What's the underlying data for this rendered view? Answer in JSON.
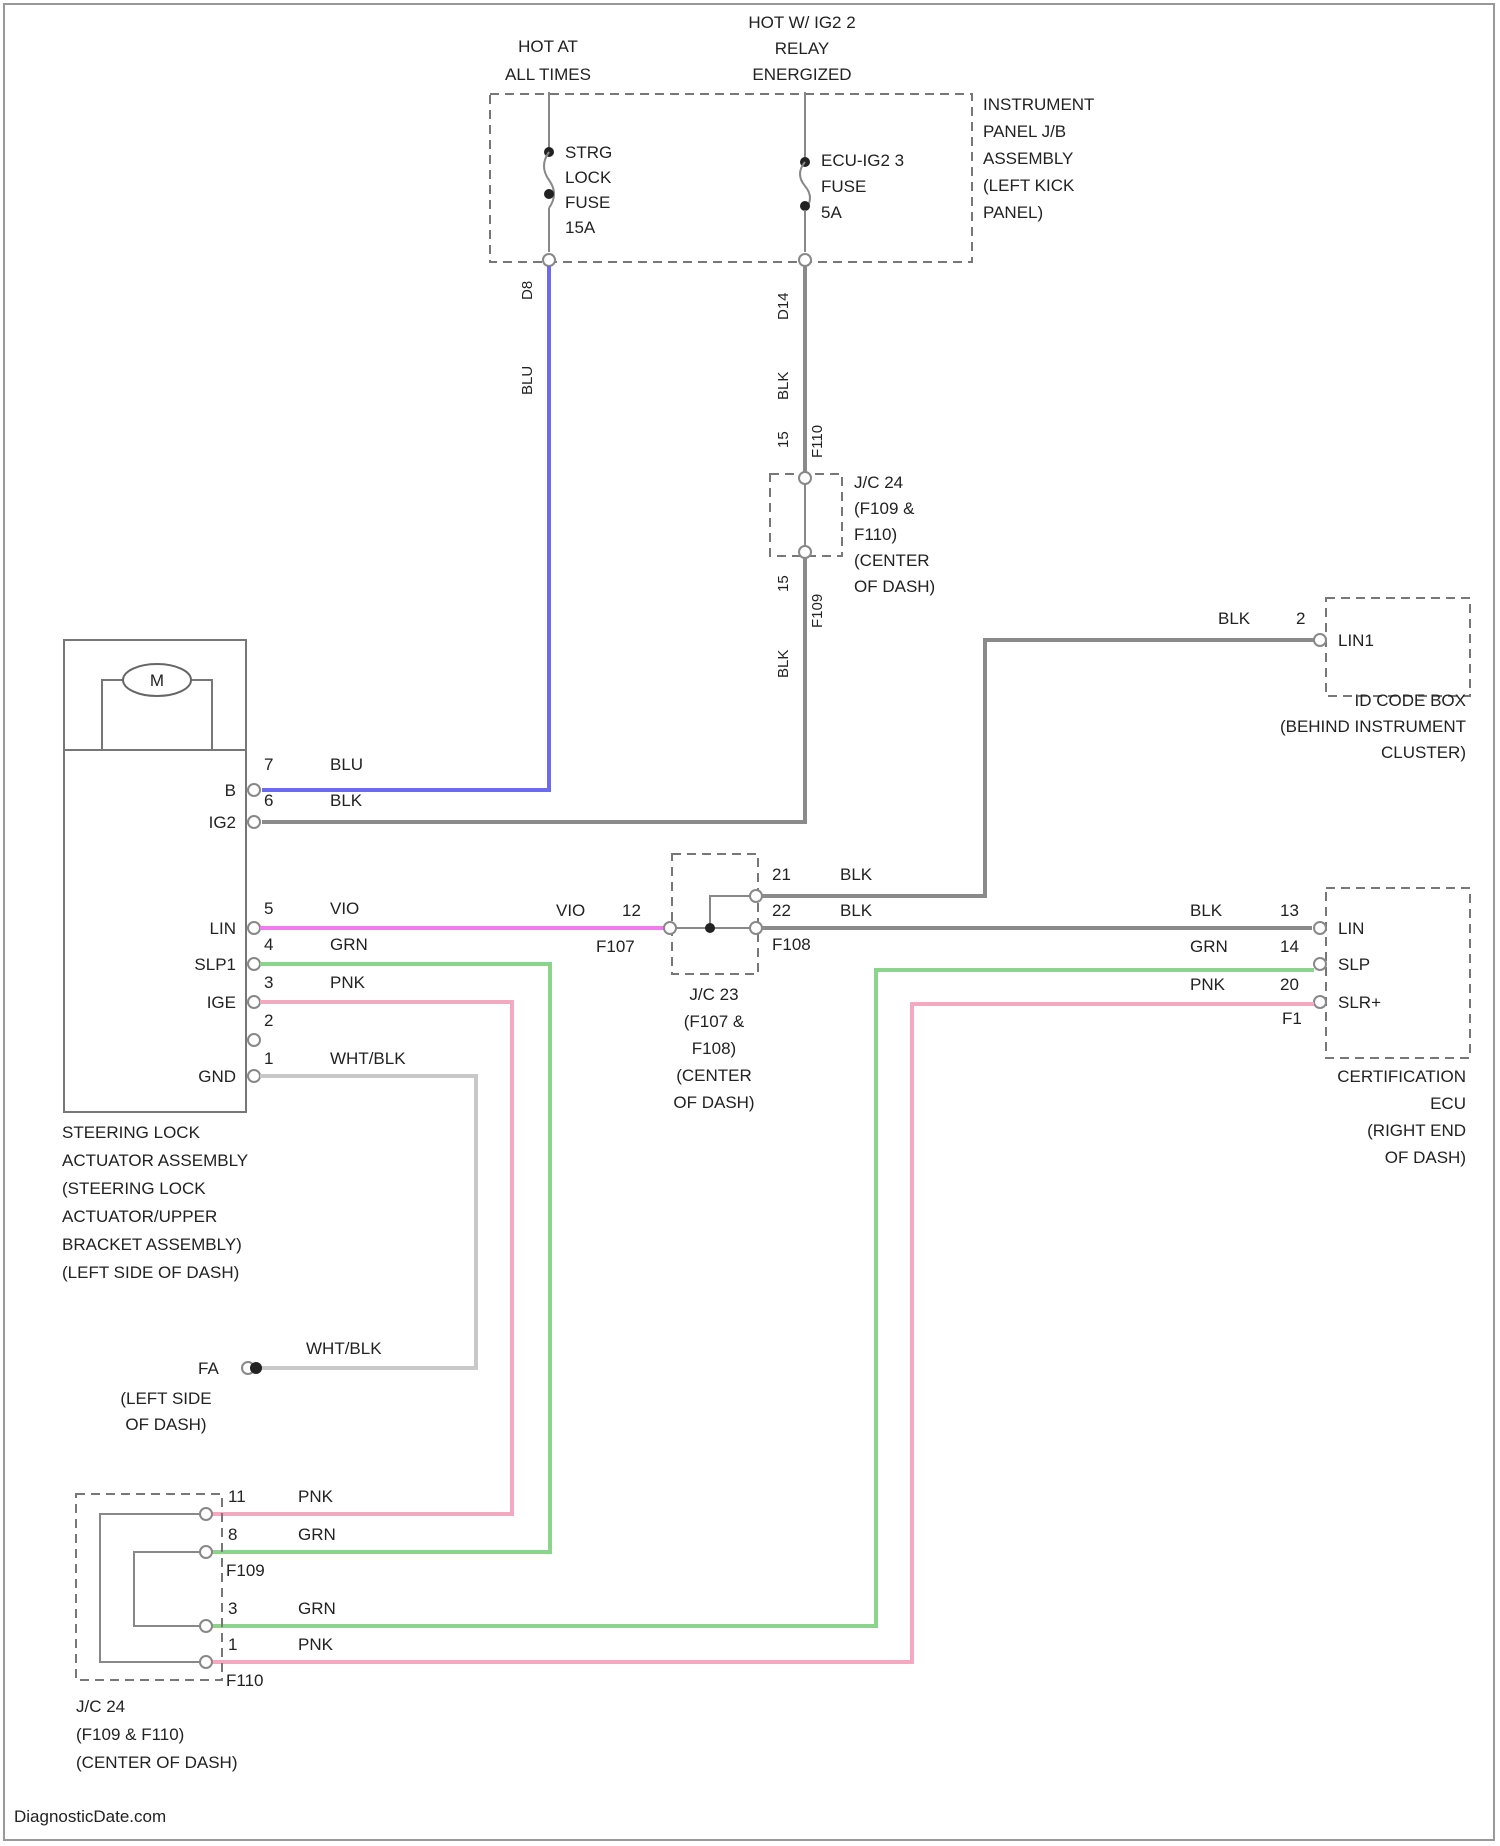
{
  "colors": {
    "BLU": "#6b6bf0",
    "BLK": "#8a8a8a",
    "VIO": "#ef7bef",
    "GRN": "#8bd48b",
    "PNK": "#f3a9bf",
    "WHTBLK": "#c8c8c8"
  },
  "top_labels": {
    "hot_at_all_times": [
      "HOT AT",
      "ALL TIMES"
    ],
    "hot_w_ig2": [
      "HOT W/ IG2 2",
      "RELAY",
      "ENERGIZED"
    ]
  },
  "jb": {
    "title": [
      "INSTRUMENT",
      "PANEL J/B",
      "ASSEMBLY",
      "(LEFT KICK",
      "PANEL)"
    ],
    "fuse1": [
      "STRG",
      "LOCK",
      "FUSE",
      "15A"
    ],
    "fuse2": [
      "ECU-IG2 3",
      "FUSE",
      "5A"
    ]
  },
  "wire_labels": {
    "d8": "D8",
    "blu_vert": "BLU",
    "d14": "D14",
    "blk_vert1": "BLK",
    "f110_top": "F110",
    "pin15_top": "15",
    "pin15_bot": "15",
    "f109": "F109",
    "blk_vert2": "BLK",
    "blk_idbox": "BLK",
    "pin_idbox": "2"
  },
  "jc24_mid": [
    "J/C 24",
    "(F109 &",
    "F110)",
    "(CENTER",
    "OF DASH)"
  ],
  "id_code_box": {
    "pin_label": "LIN1",
    "title": [
      "ID CODE BOX",
      "(BEHIND INSTRUMENT",
      "CLUSTER)"
    ]
  },
  "actuator": {
    "motor": "M",
    "terminals": [
      "B",
      "IG2",
      "LIN",
      "SLP1",
      "IGE",
      "GND"
    ],
    "pins": [
      "7",
      "6",
      "5",
      "4",
      "3",
      "2",
      "1"
    ],
    "wire_colors": [
      "BLU",
      "BLK",
      "VIO",
      "GRN",
      "PNK",
      "WHT/BLK"
    ],
    "title": [
      "STEERING LOCK",
      "ACTUATOR ASSEMBLY",
      "(STEERING LOCK",
      "ACTUATOR/UPPER",
      "BRACKET ASSEMBLY)",
      "(LEFT SIDE OF DASH)"
    ]
  },
  "jc23": {
    "vio": "VIO",
    "pin12": "12",
    "f107": "F107",
    "pin21": "21",
    "pin22": "22",
    "blk21": "BLK",
    "blk22": "BLK",
    "f108": "F108",
    "title": [
      "J/C 23",
      "(F107 &",
      "F108)",
      "(CENTER",
      "OF DASH)"
    ]
  },
  "cert_ecu": {
    "wires": [
      {
        "color": "BLK",
        "pin": "13",
        "terminal": "LIN"
      },
      {
        "color": "GRN",
        "pin": "14",
        "terminal": "SLP"
      },
      {
        "color": "PNK",
        "pin": "20",
        "terminal": "SLR+"
      }
    ],
    "connector": "F1",
    "title": [
      "CERTIFICATION",
      "ECU",
      "(RIGHT END",
      "OF DASH)"
    ]
  },
  "ground": {
    "wire": "WHT/BLK",
    "id": "FA",
    "title": [
      "(LEFT SIDE",
      "OF DASH)"
    ]
  },
  "jc24_bottom": {
    "rows": [
      {
        "pin": "11",
        "color": "PNK"
      },
      {
        "pin": "8",
        "color": "GRN"
      },
      {
        "pin": "3",
        "color": "GRN"
      },
      {
        "pin": "1",
        "color": "PNK"
      }
    ],
    "f109": "F109",
    "f110": "F110",
    "title": [
      "J/C 24",
      "(F109 & F110)",
      "(CENTER OF DASH)"
    ]
  },
  "footer": "DiagnosticDate.com"
}
